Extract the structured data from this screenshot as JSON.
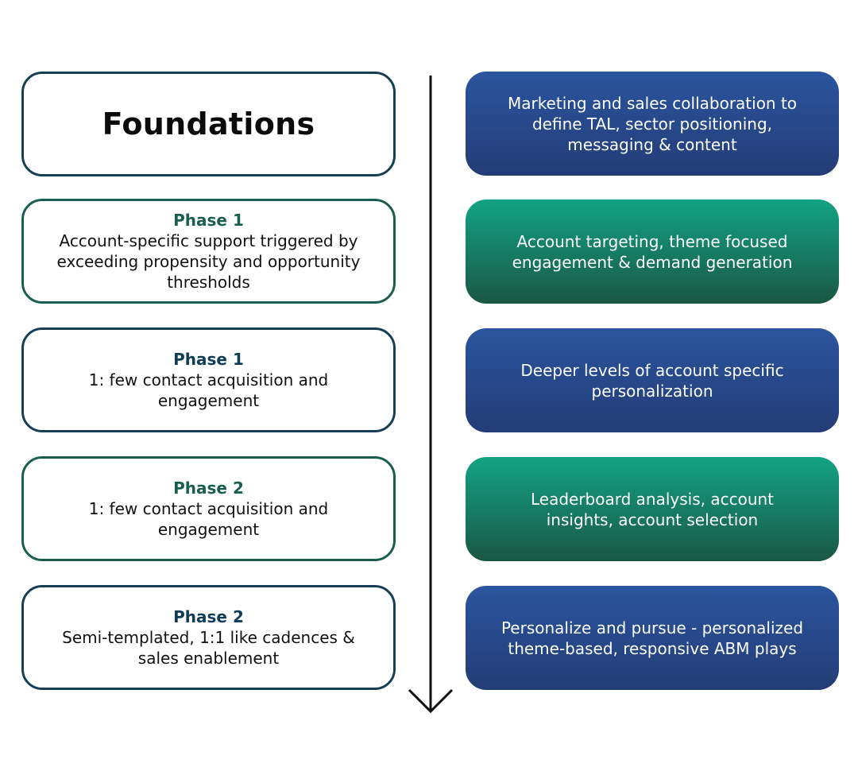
{
  "left_column": [
    {
      "title": "Foundations"
    },
    {
      "phase": "Phase 1",
      "text": "Account-specific support triggered by exceeding propensity and opportunity thresholds"
    },
    {
      "phase": "Phase 1",
      "text": "1: few contact acquisition and engagement"
    },
    {
      "phase": "Phase 2",
      "text": "1: few contact acquisition and engagement"
    },
    {
      "phase": "Phase 2",
      "text": "Semi-templated, 1:1 like cadences & sales enablement"
    }
  ],
  "right_column": [
    {
      "text": "Marketing and sales collaboration to define TAL, sector positioning, messaging & content"
    },
    {
      "text": "Account targeting, theme focused engagement & demand generation"
    },
    {
      "text": "Deeper levels of account specific personalization"
    },
    {
      "text": "Leaderboard analysis, account insights, account selection"
    },
    {
      "text": "Personalize and pursue - personalized theme-based, responsive ABM plays"
    }
  ],
  "colors": {
    "navy_gradient": [
      "#2a559f",
      "#243c76"
    ],
    "green_gradient": [
      "#12a383",
      "#1a5744"
    ],
    "navy_border": "#163f57",
    "green_border": "#1a5e50"
  }
}
